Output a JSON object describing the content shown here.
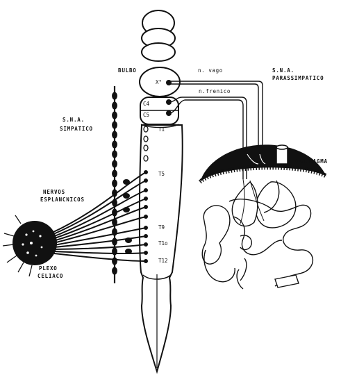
{
  "labels": {
    "bulbo": "BULBO",
    "x": "X°",
    "c4": "C4",
    "c5": "C5",
    "t1": "T1",
    "t5": "T5",
    "t9": "T9",
    "t10": "T1o",
    "t12": "T12",
    "n_vago": "n. vago",
    "n_frenico": "n.frenico",
    "sna_para_1": "S.N.A.",
    "sna_para_2": "PARASSIMPATICO",
    "sna_simp_1": "S.N.A.",
    "sna_simp_2": "SIMPATICO",
    "nervos_1": "NERVOS",
    "nervos_2": "ESPLANCNICOS",
    "plexo_1": "PLEXO",
    "plexo_2": "CELIACO",
    "diafragma": "DIAFRAGMA"
  },
  "colors": {
    "ink": "#111111",
    "paper": "#ffffff"
  }
}
